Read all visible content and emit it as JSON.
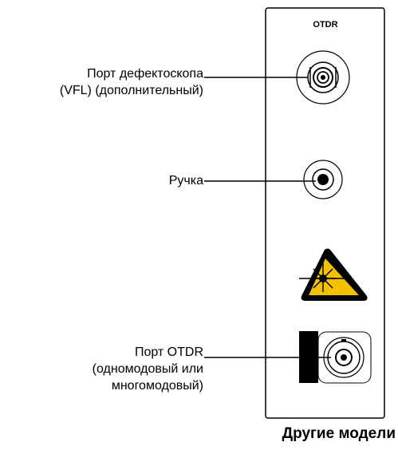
{
  "panel": {
    "title": "OTDR"
  },
  "callouts": {
    "vfl_port": {
      "line1": "Порт дефектоскопа",
      "line2": "(VFL) (дополнительный)"
    },
    "handle": {
      "line1": "Ручка"
    },
    "otdr_port": {
      "line1": "Порт OTDR",
      "line2": "(одномодовый или",
      "line3": "многомодовый)"
    }
  },
  "caption": "Другие модели",
  "icons": [
    "fiber-connector-icon",
    "handle-knob-icon",
    "laser-warning-icon",
    "bnc-connector-icon"
  ],
  "colors": {
    "warning_fill": "#f2c200",
    "line": "#000000",
    "background": "#ffffff"
  }
}
